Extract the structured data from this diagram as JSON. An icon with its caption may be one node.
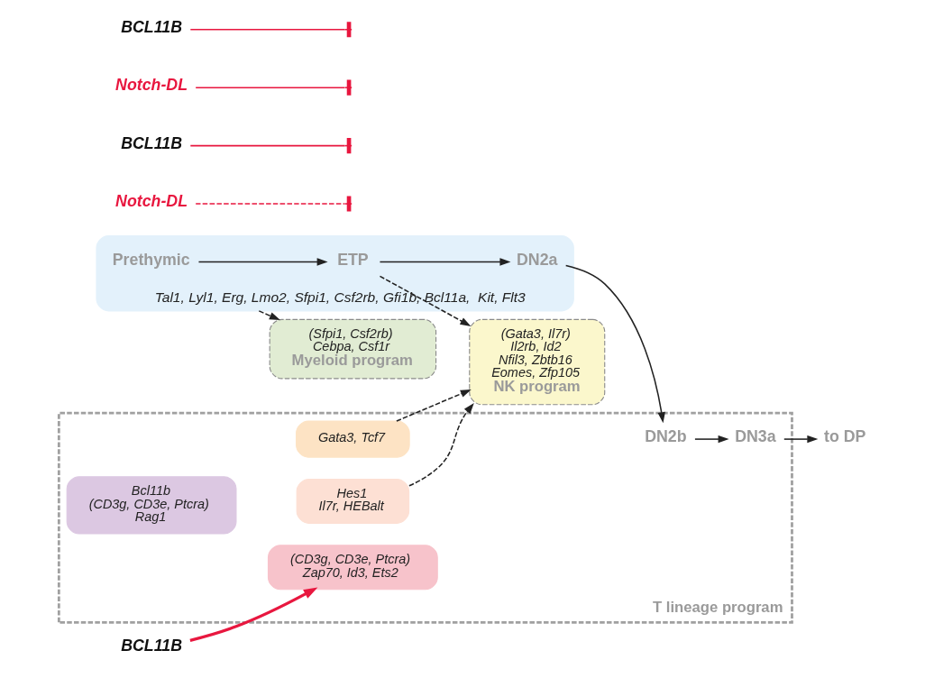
{
  "diagram": {
    "nodes": [
      {
        "text": [
          "(Gata3, Il7r)",
          "Il2rb, Id2",
          "Nfil3, Zbtb16",
          "Eomes, Zfp105",
          "NK program"
        ]
      },
      {
        "text": [
          "T lineage program"
        ]
      },
      {
        "text": [
          "Gata3, Tcf7"
        ],
        "in": 1
      },
      {
        "text": [
          "Hes1",
          "Il7r, HEBalt"
        ],
        "in": 1
      },
      {
        "text": [
          "Tal1, Lyl1, Erg, Lmo2, Sfpi1, Csf2rb, Gfi1b, Bcl11a,  Kit, Flt3"
        ]
      },
      {
        "text": [
          "Prethymic"
        ],
        "in": 4
      },
      {
        "text": [
          "ETP"
        ],
        "in": 4
      },
      {
        "text": [
          "DN2a"
        ],
        "in": 4
      },
      {
        "text": [
          "DN2b"
        ],
        "in": 1
      },
      {
        "text": [
          "DN3a"
        ],
        "in": 1
      },
      {
        "text": [
          "to DP"
        ]
      },
      {
        "text": [
          "(CD3g, CD3e, Ptcra)",
          "Zap70, Id3, Ets2"
        ],
        "in": 1
      },
      {
        "text": [
          "Bcl11b",
          "(CD3g, CD3e, Ptcra)",
          "Rag1"
        ],
        "in": 1
      },
      {
        "text": [
          "(Sfpi1, Csf2rb)",
          "Cebpa, Csf1r",
          "Myeloid program"
        ]
      },
      {
        "text": [
          "Notch-DL"
        ]
      },
      {
        "text": [
          "BCL11B"
        ]
      },
      {
        "text": [
          "BCL11B"
        ]
      },
      {
        "text": [
          "Notch-DL"
        ]
      },
      {
        "text": [
          "BCL11B"
        ]
      }
    ],
    "edges": [
      {
        "from": 5,
        "to": 6,
        "arrow": "to"
      },
      {
        "from": 6,
        "to": 7,
        "arrow": "to"
      },
      {
        "from": 7,
        "to": 8,
        "arrow": "to"
      },
      {
        "from": 8,
        "to": 9,
        "arrow": "to"
      },
      {
        "from": 9,
        "to": 10,
        "arrow": "to"
      },
      {
        "from": 6,
        "to": 0,
        "arrow": "to",
        "style": "dashed"
      },
      {
        "from": 3,
        "to": 0,
        "arrow": "to",
        "style": "dashed"
      },
      {
        "from": 2,
        "to": 0,
        "arrow": "to",
        "style": "dashed"
      },
      {
        "from": 4,
        "to": 13,
        "arrow": "to",
        "style": "dashed"
      },
      {
        "from": 16,
        "to": 11,
        "arrow": "to",
        "style": "thick",
        "color": "#e8173f"
      },
      {
        "from": 14,
        "to": null,
        "arrow": "other",
        "style": "dashed",
        "color": "#e8173f"
      },
      {
        "from": 15,
        "to": null,
        "arrow": "other",
        "color": "#e8173f"
      },
      {
        "from": 17,
        "to": null,
        "arrow": "other",
        "color": "#e8173f"
      },
      {
        "from": 18,
        "to": null,
        "arrow": "other",
        "color": "#e8173f"
      }
    ]
  }
}
